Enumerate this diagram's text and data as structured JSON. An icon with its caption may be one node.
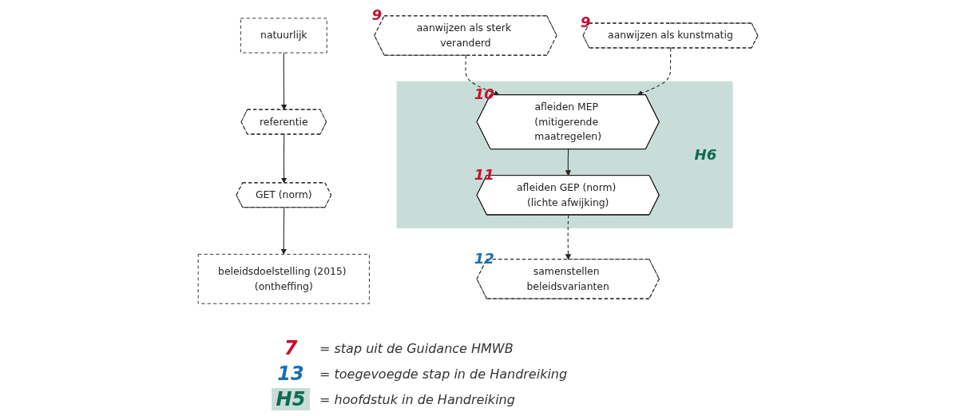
{
  "diagram": {
    "nodes": [
      {
        "text": [
          "natuurlijk"
        ]
      },
      {
        "text": [
          "referentie"
        ]
      },
      {
        "text": [
          "GET (norm)"
        ]
      },
      {
        "text": [
          "beleidsdoelstelling (2015) (ontheffing)"
        ]
      },
      {
        "text": [
          "aanwijzen als sterk veranderd"
        ],
        "beside": [
          "9"
        ]
      },
      {
        "text": [
          "aanwijzen als kunstmatig"
        ],
        "beside": [
          "9"
        ]
      },
      {
        "text": [
          "H6"
        ]
      },
      {
        "text": [
          "afleiden MEP (mitigerende maatregelen)"
        ],
        "beside": [
          "10"
        ],
        "in": 6
      },
      {
        "text": [
          "afleiden GEP (norm) (lichte afwijking)"
        ],
        "beside": [
          "11"
        ],
        "in": 6
      },
      {
        "text": [
          "samenstellen beleidsvarianten"
        ],
        "beside": [
          "12"
        ]
      }
    ],
    "edges": [
      {
        "from": 0,
        "to": 1,
        "arrow": "to"
      },
      {
        "from": 1,
        "to": 2,
        "arrow": "to"
      },
      {
        "from": 2,
        "to": 3,
        "arrow": "to"
      },
      {
        "from": 4,
        "to": 7,
        "arrow": "to",
        "style": "dashed"
      },
      {
        "from": 5,
        "to": 7,
        "arrow": "to",
        "style": "dashed"
      },
      {
        "from": 7,
        "to": 8,
        "arrow": "to"
      },
      {
        "from": 8,
        "to": 9,
        "arrow": "to",
        "style": "dashed"
      }
    ],
    "labels": [
      "7",
      "13",
      "H5"
    ],
    "legend": [
      {
        "text": "= stap uit de Guidance HMWB"
      },
      {
        "text": "= toegevoegde stap in de Handreiking"
      },
      {
        "text": "= hoofdstuk in de Handreiking",
        "color": "#c8ddd8"
      }
    ]
  }
}
